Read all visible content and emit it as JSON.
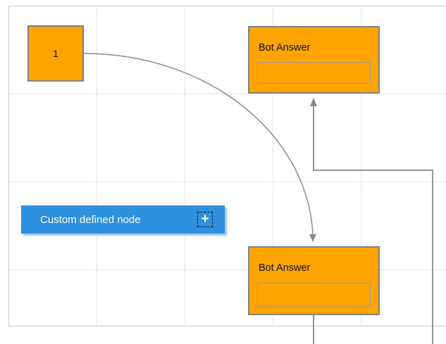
{
  "canvas": {
    "background_color": "#ffffff",
    "grid_color": "#e6e6e6",
    "paper_edge_color": "#cdcdcd",
    "connector_color": "#8a8a8a"
  },
  "nodes": {
    "start": {
      "label": "1",
      "fill": "#FFA400",
      "border_color": "#808080"
    },
    "bot_answer_top": {
      "title": "Bot Answer",
      "input_value": "",
      "fill": "#FFA400",
      "border_color": "#828282"
    },
    "bot_answer_bottom": {
      "title": "Bot Answer",
      "input_value": "",
      "fill": "#FFA400",
      "border_color": "#828282"
    },
    "custom": {
      "label": "Custom defined node",
      "plus_label": "+",
      "fill": "#2E91E0",
      "text_color": "#ffffff"
    }
  }
}
